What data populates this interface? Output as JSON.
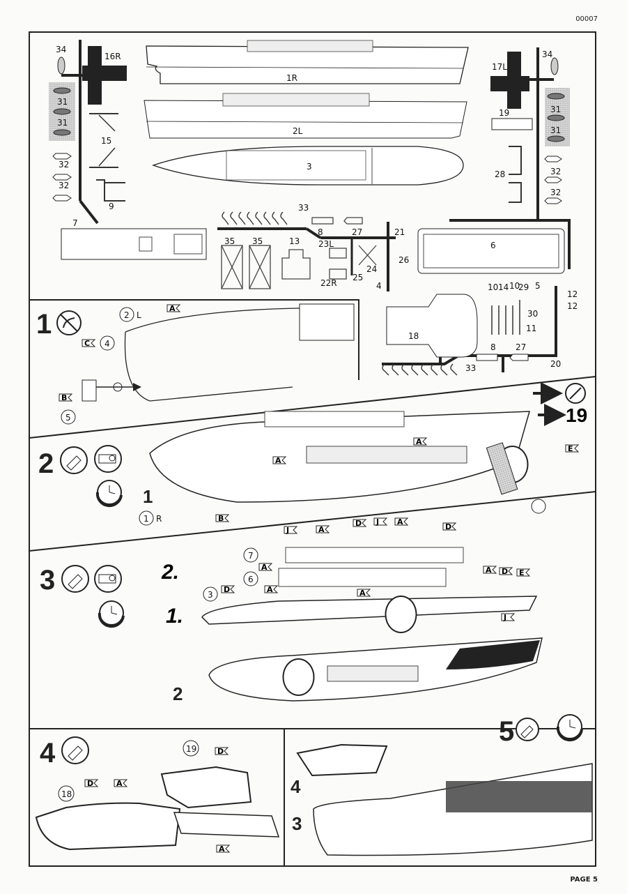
{
  "document": {
    "doc_number": "00007",
    "page_label": "PAGE 5"
  },
  "parts_sprue": {
    "hulls": [
      {
        "label": "1R"
      },
      {
        "label": "2L"
      },
      {
        "label": "3"
      }
    ],
    "left_sprue": [
      "34",
      "16R",
      "31",
      "31",
      "15",
      "32",
      "32",
      "9",
      "7"
    ],
    "right_sprue": [
      "17L",
      "34",
      "19",
      "31",
      "31",
      "28",
      "32",
      "32",
      "6"
    ],
    "middle_sprue": [
      "33",
      "8",
      "27",
      "21",
      "35",
      "35",
      "13",
      "23L",
      "22R",
      "24",
      "25",
      "26",
      "4"
    ],
    "lower_right_sprue": [
      "10",
      "14",
      "10",
      "29",
      "5",
      "12",
      "12",
      "30",
      "11",
      "18",
      "8",
      "27",
      "20",
      "33"
    ]
  },
  "steps": [
    {
      "number": "1",
      "icons": [
        "no-glue-icon"
      ],
      "callouts": [
        "2",
        "L",
        "4",
        "5"
      ],
      "flags": [
        "A",
        "C",
        "B"
      ]
    },
    {
      "number": "2",
      "icons": [
        "glue-tube-icon",
        "tape-icon",
        "clock-icon"
      ],
      "callouts": [
        "1",
        "R"
      ],
      "sub_labels": [
        "1"
      ],
      "flags": [
        "A",
        "A",
        "B",
        "E"
      ],
      "side_note": {
        "icon": "paint-brush-icon",
        "target": "19"
      }
    },
    {
      "number": "3",
      "icons": [
        "glue-tube-icon",
        "tape-icon",
        "clock-icon"
      ],
      "callouts": [
        "7",
        "6",
        "3"
      ],
      "order_labels": [
        "2.",
        "1."
      ],
      "sub_labels": [
        "2"
      ],
      "flags": [
        "J",
        "A",
        "D",
        "J",
        "A",
        "D",
        "A",
        "A",
        "D",
        "A",
        "A",
        "D",
        "E",
        "J"
      ]
    },
    {
      "number": "4",
      "icons": [
        "glue-tube-icon"
      ],
      "callouts": [
        "19",
        "18"
      ],
      "flags": [
        "D",
        "D",
        "A",
        "A"
      ]
    },
    {
      "number": "5",
      "icons": [
        "glue-tube-icon",
        "clock-icon"
      ],
      "sub_labels": [
        "4",
        "3"
      ]
    }
  ]
}
